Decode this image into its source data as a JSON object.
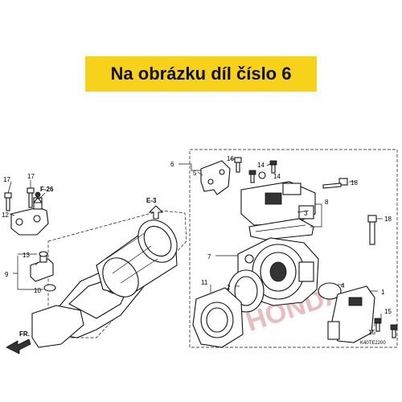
{
  "banner": {
    "text": "Na obrázku díl číslo 6"
  },
  "callouts": {
    "c1": "1",
    "c2": "2",
    "c3": "3",
    "c4": "4",
    "c5": "5",
    "c6": "6",
    "c7": "7",
    "c8": "8",
    "c9": "9",
    "c10": "10",
    "c11": "11",
    "c12": "12",
    "c13": "13",
    "c14a": "14",
    "c14b": "14",
    "c15a": "15",
    "c15b": "15",
    "c16": "16",
    "c17a": "17",
    "c17b": "17",
    "c18a": "18",
    "c18b": "18"
  },
  "refs": {
    "f26": "F-26",
    "e3": "E-3",
    "fr": "FR."
  },
  "diagram_code": "K40TE2200",
  "watermark": "HONDA",
  "colors": {
    "banner": "#f7d21a",
    "watermark": "#e9bdbd"
  }
}
